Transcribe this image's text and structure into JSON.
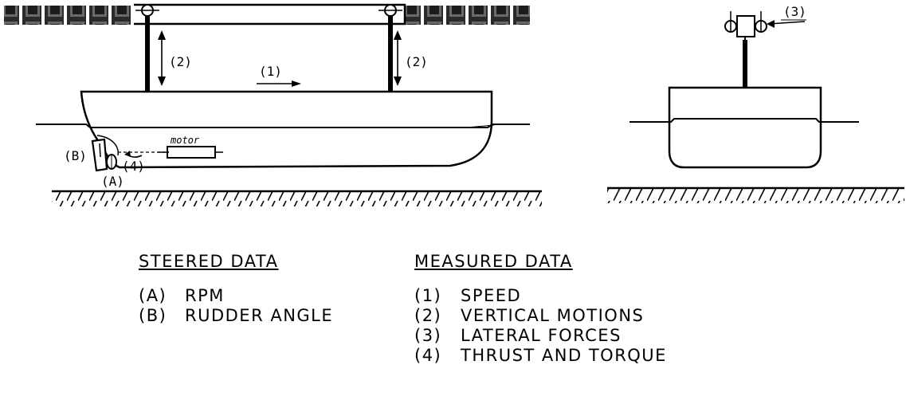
{
  "labels": {
    "speed": "(1)",
    "vertical_left": "(2)",
    "vertical_right": "(2)",
    "lateral": "(3)",
    "thrust": "(4)",
    "rpm": "(A)",
    "rudder": "(B)",
    "motor": "motor"
  },
  "legend": {
    "steered": {
      "heading": "STEERED DATA",
      "items": [
        {
          "code": "(A)",
          "text": "RPM"
        },
        {
          "code": "(B)",
          "text": "RUDDER ANGLE"
        }
      ]
    },
    "measured": {
      "heading": "MEASURED DATA",
      "items": [
        {
          "code": "(1)",
          "text": "SPEED"
        },
        {
          "code": "(2)",
          "text": "VERTICAL MOTIONS"
        },
        {
          "code": "(3)",
          "text": "LATERAL FORCES"
        },
        {
          "code": "(4)",
          "text": "THRUST AND TORQUE"
        }
      ]
    }
  }
}
